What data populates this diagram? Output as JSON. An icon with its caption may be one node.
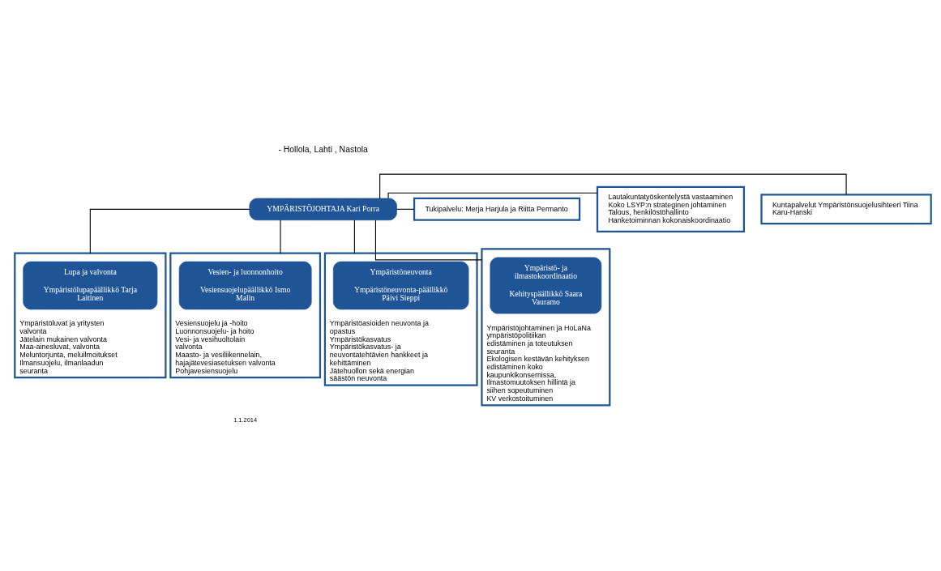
{
  "diagram": {
    "nodes": [
      {
        "text": [
          "YMPÄRISTÖJOHTAJA Kari Porra"
        ]
      },
      {
        "text": [
          "Kuntapalvelut Ympäristönsuojelusihteeri Tiina Karu-Hanski"
        ]
      },
      {
        "text": [
          "Lautakuntatyöskentelystä vastaaminen",
          "Koko LSYP:n strateginen johtaminen",
          "Talous, henkilöstöhallinto",
          "Hanketoiminnan kokonaiskoordinaatio"
        ]
      },
      {
        "text": [
          "Tukipalvelu: Merja Harjula ja Riitta Permanto"
        ]
      },
      {
        "text": [
          "Ympäristöluvat ja yritysten valvonta",
          "Jätelain mukainen valvonta",
          "Maa-ainesluvat, valvonta",
          "Meluntorjunta, meluilmoitukset",
          "Ilmansuojelu, ilmanlaadun seuranta"
        ]
      },
      {
        "text": [
          "Lupa ja valvonta",
          "Ympäristölupapäällikkö Tarja Laitinen"
        ],
        "in": 4
      },
      {
        "text": [
          "Vesiensuojelu ja -hoito",
          "Luonnonsuojelu- ja hoito",
          "Vesi- ja vesihuoltolain valvonta",
          "Maasto- ja vesiliikennelain, hajajätevesiasetuksen valvonta",
          "Pohjavesiensuojelu"
        ]
      },
      {
        "text": [
          "Vesien- ja luonnonhoito",
          "Vesiensuojelupäällikkö Ismo Malin"
        ],
        "in": 6
      },
      {
        "text": [
          "Ympäristöasioiden neuvonta ja opastus",
          "Ympäristökasvatus",
          "Ympäristökasvatus- ja neuvontatehtävien hankkeet ja kehittäminen",
          "Jätehuollon sekä energian säästön neuvonta"
        ]
      },
      {
        "text": [
          "Ympäristöneuvonta",
          "Ympäristöneuvonta-päällikkö Päivi Sieppi"
        ],
        "in": 8
      },
      {
        "text": [
          "Ympäristöjohtaminen ja HoLaNa ympäristöpolitiikan edistäminen ja toteutuksen seuranta",
          "Ekologisen kestävän kehityksen edistäminen koko kaupunkikonsernissa,",
          "Ilmastomuutoksen hillintä ja siihen sopeutuminen",
          "KV verkostoituminen"
        ]
      },
      {
        "text": [
          "Ympäristö- ja ilmastokoordinaatio",
          "Kehityspäällikkö Saara Vauramo"
        ],
        "in": 10
      }
    ],
    "edges": [
      {
        "from": 0,
        "to": 1,
        "arrow": "none"
      },
      {
        "from": 0,
        "to": 2,
        "arrow": "none"
      },
      {
        "from": 0,
        "to": 3,
        "arrow": "none"
      },
      {
        "from": 0,
        "to": 4,
        "arrow": "none"
      },
      {
        "from": 0,
        "to": 6,
        "arrow": "none"
      },
      {
        "from": 0,
        "to": 8,
        "arrow": "none"
      },
      {
        "from": 0,
        "to": 10,
        "arrow": "none"
      }
    ],
    "labels": [
      "- Hollola, Lahti , Nastola",
      "1.1.2014"
    ]
  }
}
